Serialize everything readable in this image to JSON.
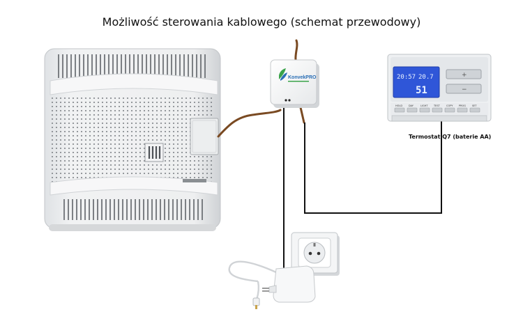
{
  "title": "Możliwość sterowania kablowego (schemat przewodowy)",
  "thermostat": {
    "label": "Termostat Q7 (baterie AA)",
    "lcd_time": "20:57",
    "lcd_set": "20.7",
    "lcd_temp": "51",
    "buttons": [
      "HOLD",
      "DAY",
      "LIGHT",
      "TEST",
      "COPY",
      "PROG",
      "SET"
    ],
    "up_symbol": "+",
    "down_symbol": "−"
  },
  "controller": {
    "brand": "KonvekPRO"
  },
  "colors": {
    "wire_black": "#111111",
    "wire_brown": "#7a4a22",
    "lcd_blue": "#2f56d8",
    "accent_green": "#3aa34a",
    "accent_blue": "#2b6fb6"
  }
}
